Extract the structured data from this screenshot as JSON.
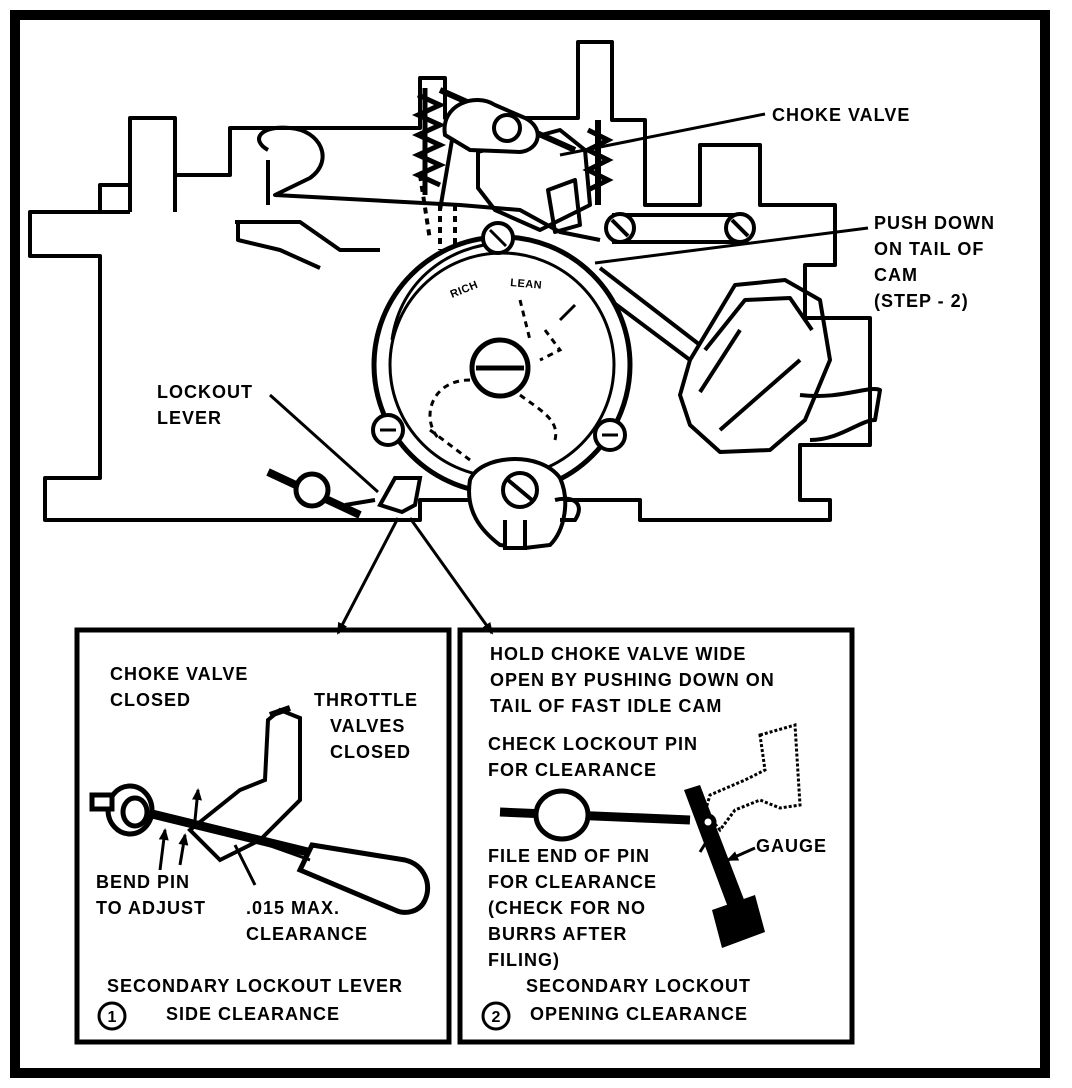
{
  "main": {
    "choke_valve": "CHOKE VALVE",
    "push_down_1": "PUSH DOWN",
    "push_down_2": "ON TAIL OF",
    "push_down_3": "CAM",
    "push_down_4": "(STEP - 2)",
    "lockout_1": "LOCKOUT",
    "lockout_2": "LEVER",
    "dial_rich": "RICH",
    "dial_lean": "LEAN"
  },
  "panel1": {
    "number": "1",
    "choke_1": "CHOKE VALVE",
    "choke_2": "CLOSED",
    "throttle_1": "THROTTLE",
    "throttle_2": "VALVES",
    "throttle_3": "CLOSED",
    "bend_1": "BEND PIN",
    "bend_2": "TO ADJUST",
    "max_1": ".015 MAX.",
    "max_2": "CLEARANCE",
    "title_1": "SECONDARY LOCKOUT LEVER",
    "title_2": "SIDE CLEARANCE"
  },
  "panel2": {
    "number": "2",
    "hold_1": "HOLD CHOKE VALVE WIDE",
    "hold_2": "OPEN BY PUSHING DOWN ON",
    "hold_3": "TAIL OF FAST IDLE CAM",
    "check_1": "CHECK LOCKOUT PIN",
    "check_2": "FOR CLEARANCE",
    "gauge": "GAUGE",
    "file_1": "FILE END OF PIN",
    "file_2": "FOR CLEARANCE",
    "file_3": "(CHECK FOR NO",
    "file_4": "BURRS AFTER",
    "file_5": "FILING)",
    "title_1": "SECONDARY LOCKOUT",
    "title_2": "OPENING CLEARANCE"
  }
}
